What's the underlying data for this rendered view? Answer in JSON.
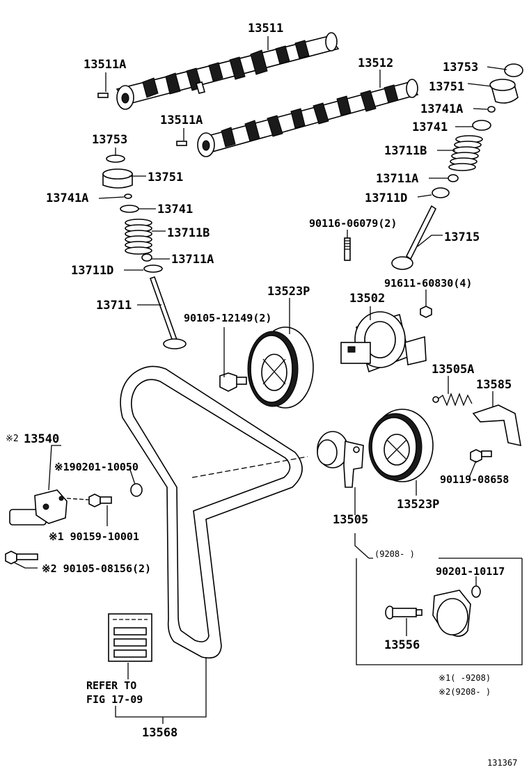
{
  "labels": {
    "l13511": "13511",
    "l13511A_top": "13511A",
    "l13512": "13512",
    "l13511A_mid": "13511A",
    "l13753_right": "13753",
    "l13751_right": "13751",
    "l13741A_right": "13741A",
    "l13741_right": "13741",
    "l13711B_right": "13711B",
    "l13711A_right": "13711A",
    "l13711D_right": "13711D",
    "l90116": "90116-06079(2)",
    "l13715": "13715",
    "l91611": "91611-60830(4)",
    "l13753_left": "13753",
    "l13751_left": "13751",
    "l13741A_left": "13741A",
    "l13741_left": "13741",
    "l13711B_left": "13711B",
    "l13711A_left": "13711A",
    "l13711D_left": "13711D",
    "l13711": "13711",
    "l13523P_top": "13523P",
    "l13502": "13502",
    "l90105_12149": "90105-12149(2)",
    "l13505A": "13505A",
    "l13585": "13585",
    "l13540": "13540",
    "l13540_mark": "※2",
    "l90201_10050": "※190201-10050",
    "l90159": "※1 90159-10001",
    "l90105_08156": "※2 90105-08156(2)",
    "l90119": "90119-08658",
    "l13523P_bot": "13523P",
    "l13505": "13505",
    "l9208_box": "(9208-      )",
    "l90201_10117": "90201-10117",
    "l13556": "13556",
    "refer_line1": "REFER TO",
    "refer_line2": "FIG 17-09",
    "l13568": "13568",
    "note1": "※1(      -9208)",
    "note2": "※2(9208-      )",
    "figure_id": "131367"
  }
}
